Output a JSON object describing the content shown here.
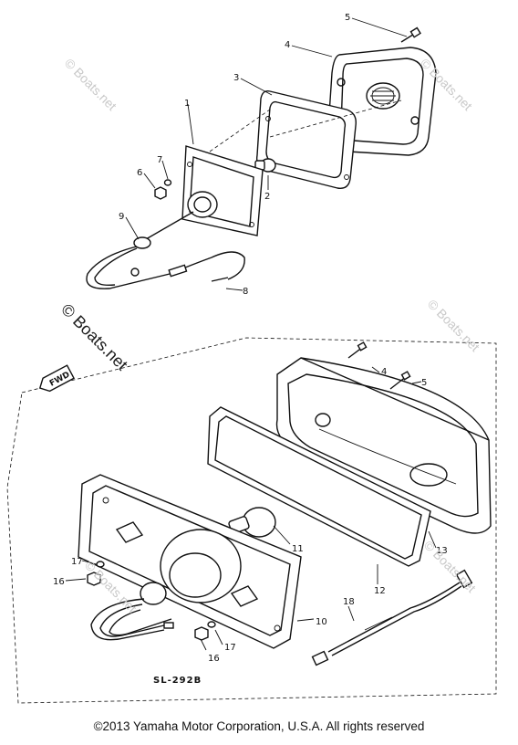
{
  "watermark": "© Boats.net",
  "diagram_code": "SL-292B",
  "copyright": "©2013 Yamaha Motor Corporation, U.S.A. All rights reserved",
  "front_mark": "FWD",
  "callouts": {
    "top": [
      "1",
      "2",
      "3",
      "4",
      "5",
      "6",
      "7",
      "8",
      "9"
    ],
    "bottom": [
      "4",
      "5",
      "10",
      "11",
      "12",
      "13",
      "16",
      "16",
      "17",
      "17",
      "18"
    ]
  }
}
